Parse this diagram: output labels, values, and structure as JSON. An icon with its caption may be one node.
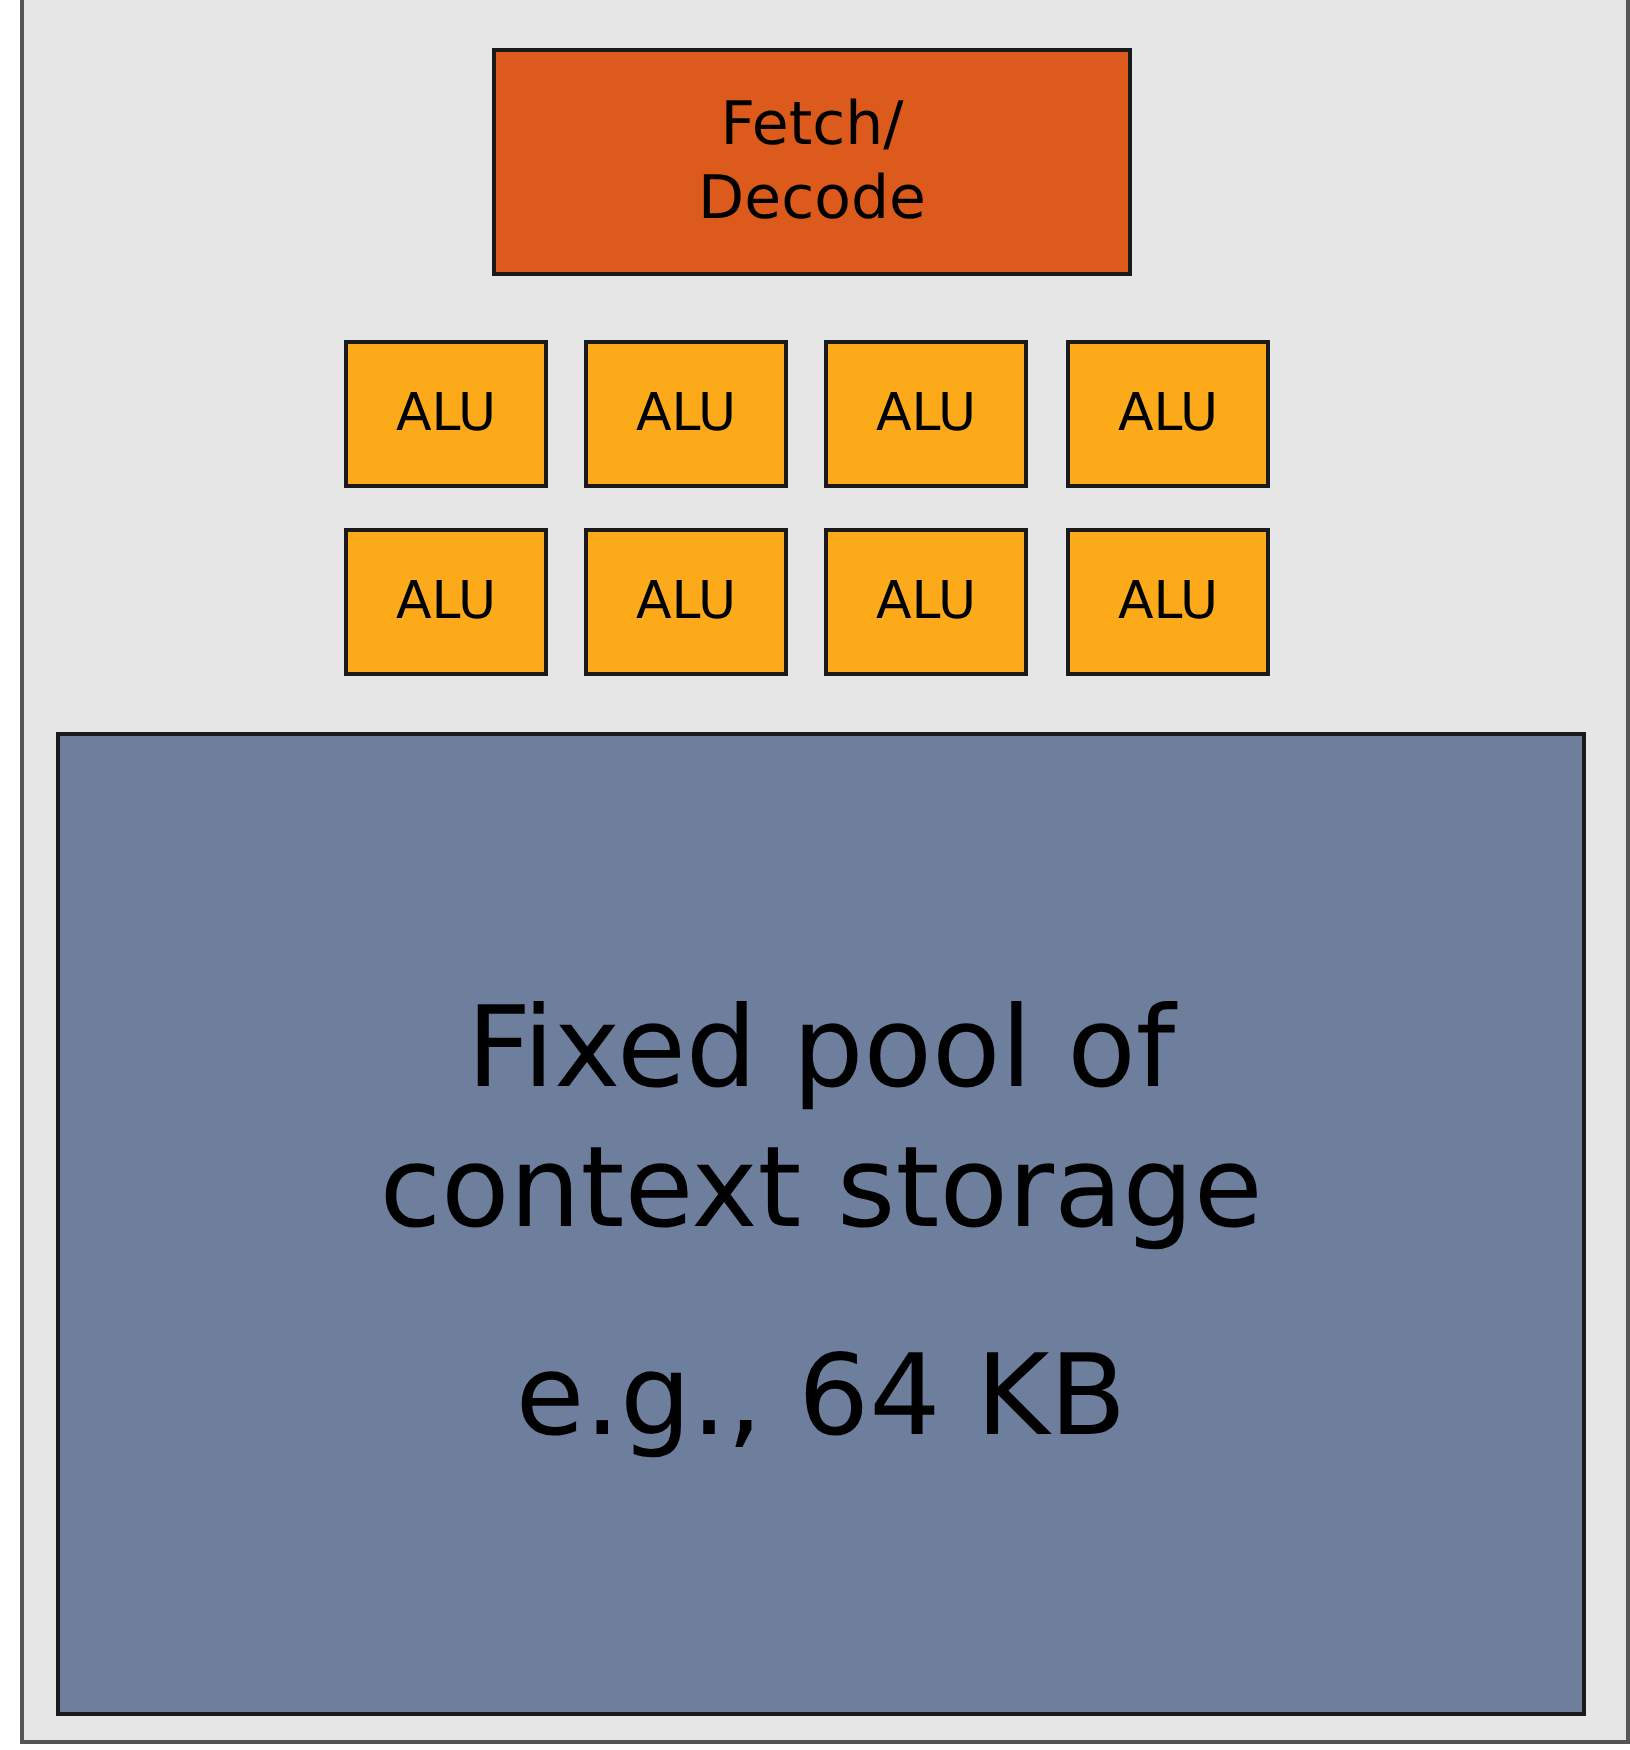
{
  "diagram": {
    "nodes": [
      {
        "text": [],
        "shape": "box"
      },
      {
        "text": [
          "Fetch/ Decode"
        ],
        "in": 0
      },
      {
        "text": [
          "ALU"
        ],
        "in": 0
      },
      {
        "text": [
          "ALU"
        ],
        "in": 0
      },
      {
        "text": [
          "ALU"
        ],
        "in": 0
      },
      {
        "text": [
          "ALU"
        ],
        "in": 0
      },
      {
        "text": [
          "ALU"
        ],
        "in": 0
      },
      {
        "text": [
          "ALU"
        ],
        "in": 0
      },
      {
        "text": [
          "ALU"
        ],
        "in": 0
      },
      {
        "text": [
          "ALU"
        ],
        "in": 0
      },
      {
        "text": [
          "Fixed pool of context storage",
          "e.g., 64 KB"
        ],
        "in": 0
      }
    ]
  }
}
